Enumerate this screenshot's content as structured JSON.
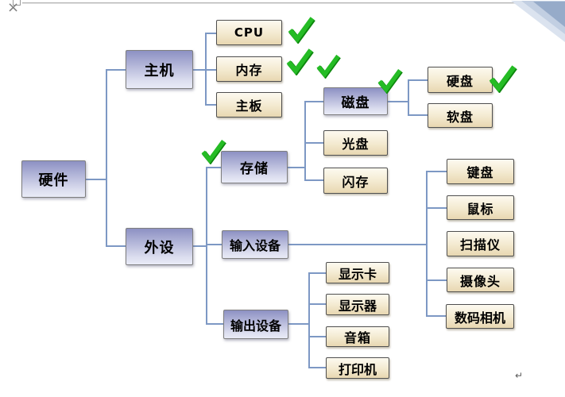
{
  "page": {
    "close_mark": "×",
    "paragraph_mark": "↵"
  },
  "colors": {
    "category_box_top": "#8d91c3",
    "category_box_bottom": "#e9ebf7",
    "leaf_box_top": "#fdfaf0",
    "leaf_box_bottom": "#e8d7b1",
    "box_border_category": "#7e7e7e",
    "box_border_leaf": "#4f4f4f",
    "connector": "#7d98c4",
    "checkmark_green": "#25bc25",
    "corner_light": "#dbe3ef",
    "corner_dark": "#96abc9"
  },
  "diagram": {
    "type": "tree",
    "orientation": "left-to-right",
    "root": {
      "label": "硬件",
      "checkmarks": 0,
      "children": [
        {
          "label": "主机",
          "checkmarks": 0,
          "children": [
            {
              "label": "CPU",
              "checkmarks": 1
            },
            {
              "label": "内存",
              "checkmarks": 2
            },
            {
              "label": "主板",
              "checkmarks": 0
            }
          ]
        },
        {
          "label": "外设",
          "checkmarks": 0,
          "children": [
            {
              "label": "存储",
              "checkmarks": 1,
              "children": [
                {
                  "label": "磁盘",
                  "checkmarks": 1,
                  "children": [
                    {
                      "label": "硬盘",
                      "checkmarks": 1
                    },
                    {
                      "label": "软盘",
                      "checkmarks": 0
                    }
                  ]
                },
                {
                  "label": "光盘",
                  "checkmarks": 0
                },
                {
                  "label": "闪存",
                  "checkmarks": 0
                }
              ]
            },
            {
              "label": "输入设备",
              "checkmarks": 0,
              "children": [
                {
                  "label": "键盘",
                  "checkmarks": 0
                },
                {
                  "label": "鼠标",
                  "checkmarks": 0
                },
                {
                  "label": "扫描仪",
                  "checkmarks": 0
                },
                {
                  "label": "摄像头",
                  "checkmarks": 0
                },
                {
                  "label": "数码相机",
                  "checkmarks": 0
                }
              ]
            },
            {
              "label": "输出设备",
              "checkmarks": 0,
              "children": [
                {
                  "label": "显示卡",
                  "checkmarks": 0
                },
                {
                  "label": "显示器",
                  "checkmarks": 0
                },
                {
                  "label": "音箱",
                  "checkmarks": 0
                },
                {
                  "label": "打印机",
                  "checkmarks": 0
                }
              ]
            }
          ]
        }
      ]
    }
  }
}
